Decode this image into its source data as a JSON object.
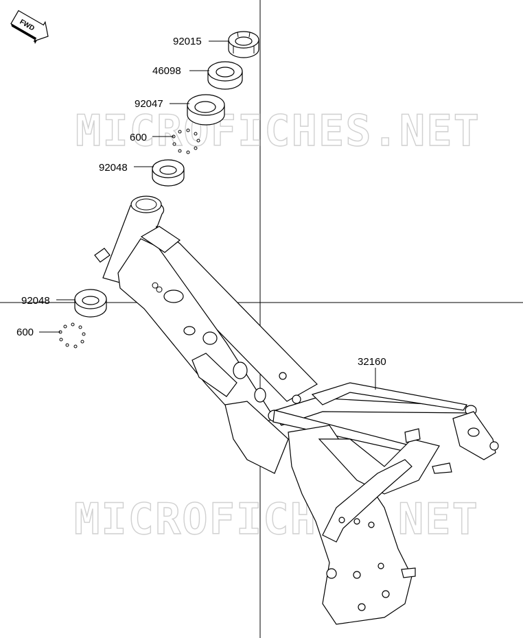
{
  "watermark": "MICROFICHES.NET",
  "direction_badge": "FWD",
  "callouts": {
    "c92015": "92015",
    "c46098": "46098",
    "c92047": "92047",
    "c600a": "600",
    "c92048a": "92048",
    "c92048b": "92048",
    "c600b": "600",
    "c32160": "32160"
  }
}
